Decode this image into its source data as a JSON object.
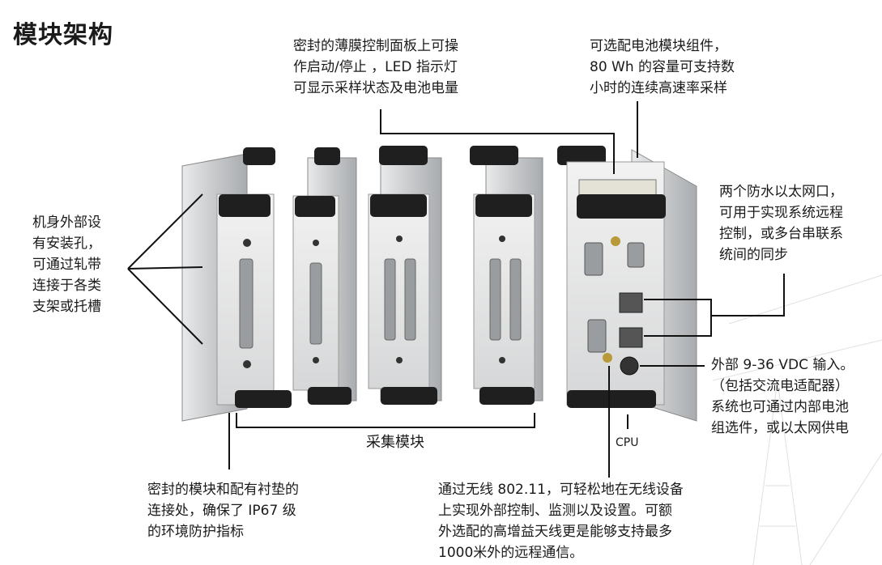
{
  "title": "模块架构",
  "annotations": {
    "membrane_panel": "密封的薄膜控制面板上可操\n作启动/停止 ，LED 指示灯\n可显示采样状态及电池电量",
    "battery_module": "可选配电池模块组件，\n80 Wh 的容量可支持数\n小时的连续高速率采样",
    "mounting_holes": "机身外部设\n有安装孔，\n可通过轧带\n连接于各类\n支架或托槽",
    "ethernet_ports": "两个防水以太网口，\n可用于实现系统远程\n控制，或多台串联系\n统间的同步",
    "power_input": "外部 9-36 VDC 输入。\n（包括交流电适配器）\n系统也可通过内部电池\n组选件，或以太网供电",
    "sealed_modules": "密封的模块和配有衬垫的\n连接处，确保了 IP67 级\n的环境防护指标",
    "wireless": "通过无线 802.11，可轻松地在无线设备\n上实现外部控制、监测以及设置。可额\n外选配的高增益天线更是能够支持最多\n1000米外的远程通信。"
  },
  "labels": {
    "acquisition_modules": "采集模块",
    "cpu": "CPU"
  },
  "colors": {
    "frame_gray": "#c9cbcd",
    "panel_dark": "#1f1f1f",
    "text": "#1a1a1a"
  }
}
